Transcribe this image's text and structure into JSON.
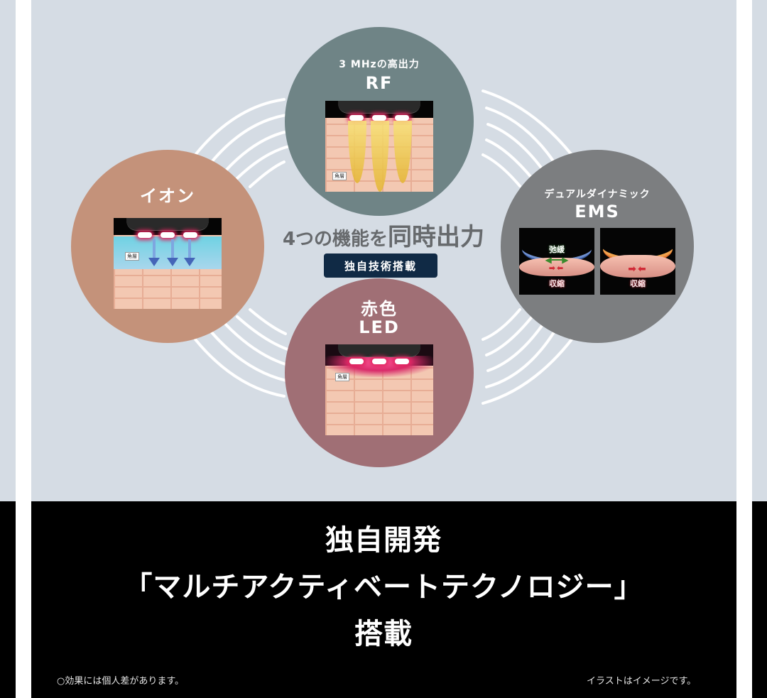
{
  "center": {
    "title_small": "4つの機能を",
    "title_big": "同時出力",
    "badge": "独自技術搭載"
  },
  "features": {
    "rf": {
      "subtitle": "3 MHzの高出力",
      "title": "RF",
      "color": "#6f8486",
      "skin_label": "角層"
    },
    "ion": {
      "title": "イオン",
      "color": "#c4927a",
      "skin_label": "角層"
    },
    "ems": {
      "subtitle": "デュアルダイナミック",
      "title": "EMS",
      "color": "#7c7e80",
      "panels": [
        {
          "top_label": "弛緩",
          "bottom_label": "収縮",
          "fiber_color": "#3b5fa8"
        },
        {
          "bottom_label": "収縮",
          "fiber_color": "#e8722a"
        }
      ]
    },
    "led": {
      "title_line1": "赤色",
      "title_line2": "LED",
      "color": "#a06f75",
      "skin_label": "角層"
    }
  },
  "banner": {
    "line1": "独自開発",
    "line2": "「マルチアクティベートテクノロジー」",
    "line3": "搭載",
    "note_left": "○効果には個人差があります。",
    "note_right": "イラストはイメージです。"
  },
  "colors": {
    "background": "#d5dce4",
    "badge": "#102a45",
    "banner": "#000000",
    "title_text": "#676a6d"
  }
}
